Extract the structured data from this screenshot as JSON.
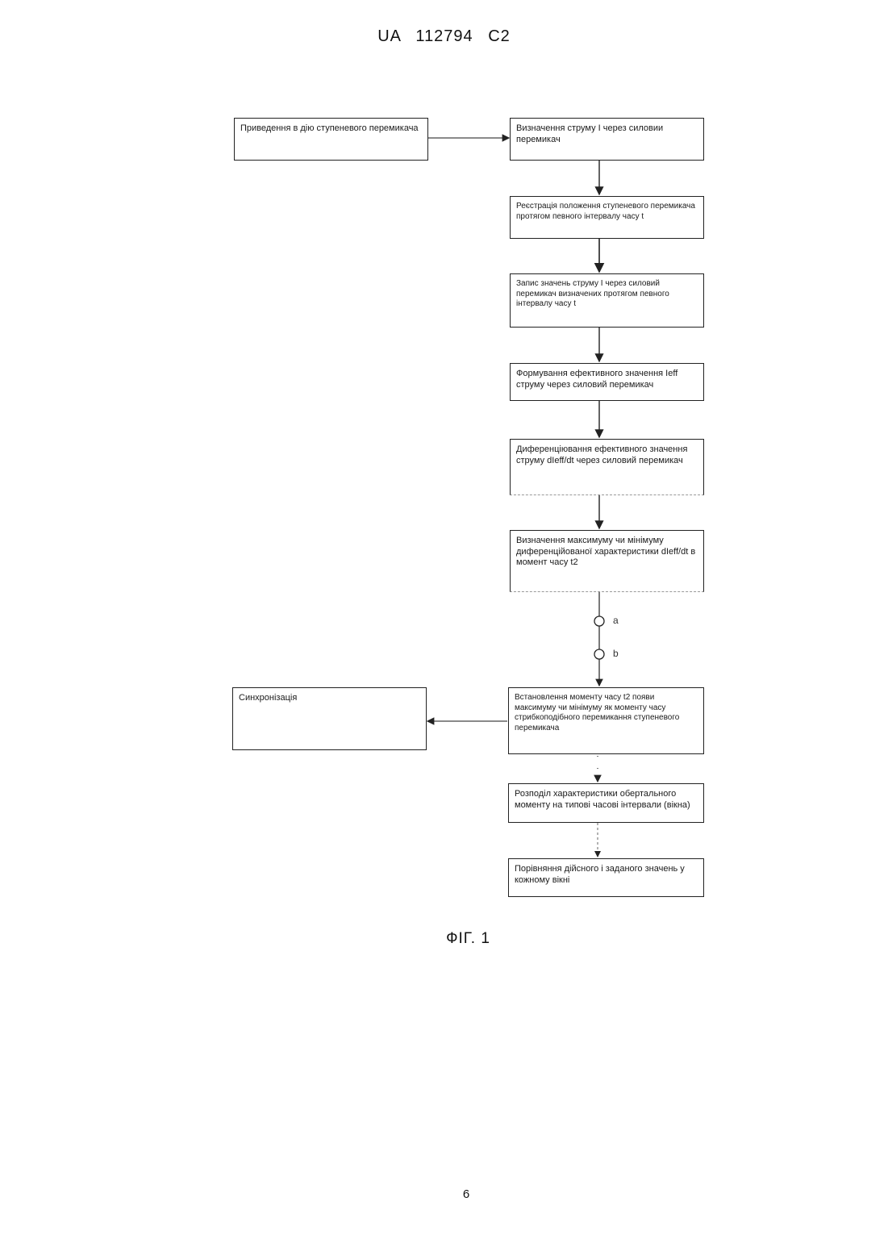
{
  "header": {
    "doc_id": "UA   112794   C2"
  },
  "flowchart": {
    "boxes": [
      {
        "key": "start",
        "text": "Приведення в дію ступеневого перемикача"
      },
      {
        "key": "current",
        "text": "Визначення струму I через силовии перемикач"
      },
      {
        "key": "register",
        "text": "Реєстрація положення ступеневого перемикача протягом певного інтервалу часу t"
      },
      {
        "key": "record",
        "text": "Запис значень струму I через силовий перемикач визначених протягом певного інтервалу часу t"
      },
      {
        "key": "effective",
        "text": "Формування ефективного значення Ieff струму через силовий перемикач"
      },
      {
        "key": "differentiate",
        "text": "Диференціювання ефективного значення струму dIeff/dt через силовий перемикач"
      },
      {
        "key": "extremum",
        "text": "Визначення максимуму чи мінімуму диференційованої характеристики dIeff/dt в момент часу t2"
      },
      {
        "key": "moment",
        "text": "Встановлення моменту часу t2 появи максимуму чи мінімуму як моменту часу стрибкоподібного перемикання ступеневого перемикача"
      },
      {
        "key": "sync",
        "text": "Синхронізація"
      },
      {
        "key": "split",
        "text": "Розподіл характеристики обертального моменту на типові часові інтервали (вікна)"
      },
      {
        "key": "compare",
        "text": "Порівняння дійсного і заданого значень у кожному вікні"
      }
    ],
    "connectors": [
      {
        "key": "a",
        "label": "a"
      },
      {
        "key": "b",
        "label": "b"
      }
    ]
  },
  "caption": "ФІГ. 1",
  "page_number": "6"
}
